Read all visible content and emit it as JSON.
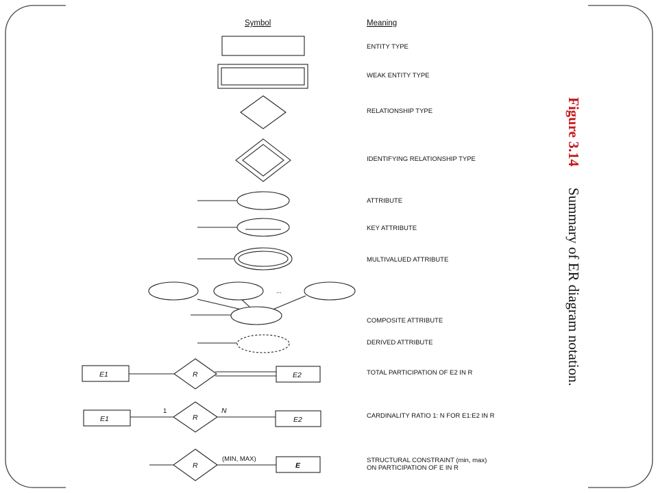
{
  "header": {
    "symbol": "Symbol",
    "meaning": "Meaning"
  },
  "rows": [
    {
      "symbol": "entity-type",
      "meaning": "ENTITY TYPE"
    },
    {
      "symbol": "weak-entity-type",
      "meaning": "WEAK ENTITY TYPE"
    },
    {
      "symbol": "relationship-type",
      "meaning": "RELATIONSHIP TYPE"
    },
    {
      "symbol": "identifying-relationship-type",
      "meaning": "IDENTIFYING RELATIONSHIP TYPE"
    },
    {
      "symbol": "attribute",
      "meaning": "ATTRIBUTE"
    },
    {
      "symbol": "key-attribute",
      "meaning": "KEY ATTRIBUTE"
    },
    {
      "symbol": "multivalued-attribute",
      "meaning": "MULTIVALUED ATTRIBUTE"
    },
    {
      "symbol": "composite-attribute",
      "meaning": "COMPOSITE ATTRIBUTE"
    },
    {
      "symbol": "derived-attribute",
      "meaning": "DERIVED ATTRIBUTE"
    },
    {
      "symbol": "total-participation",
      "meaning": "TOTAL PARTICIPATION OF E2 IN R"
    },
    {
      "symbol": "cardinality-ratio",
      "meaning": "CARDINALITY RATIO 1: N FOR E1:E2 IN R"
    },
    {
      "symbol": "structural-constraint",
      "meaning_line1": "STRUCTURAL CONSTRAINT (min, max)",
      "meaning_line2": "ON PARTICIPATION OF E IN R"
    }
  ],
  "labels": {
    "e1": "E1",
    "e2": "E2",
    "r": "R",
    "e": "E",
    "one": "1",
    "n": "N",
    "ellipsis": "...",
    "min_max": "(MIN, MAX)"
  },
  "caption": {
    "number": "Figure 3.14",
    "text": "Summary of ER diagram notation."
  },
  "colors": {
    "figure_number": "#c4181d",
    "frame": "#444444"
  }
}
